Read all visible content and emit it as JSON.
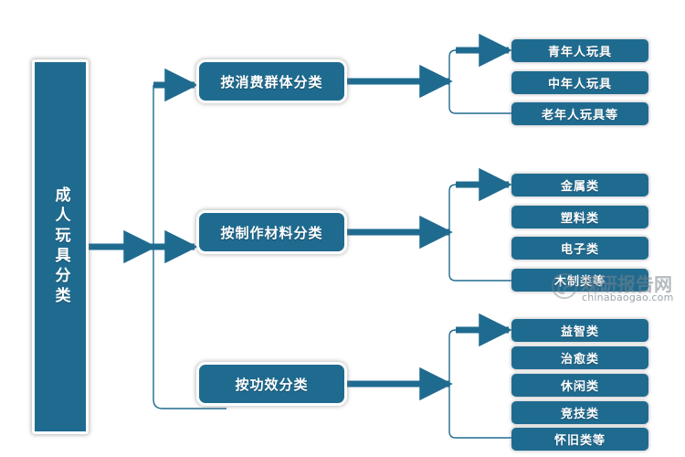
{
  "diagram": {
    "title": "成人玩具分类",
    "colors": {
      "node_fill": "#1f6b90",
      "node_border": "#ffffff",
      "connector": "#1f6b90",
      "background": "#ffffff",
      "text": "#ffffff"
    },
    "root": {
      "label": "成人玩具分类"
    },
    "branches": [
      {
        "label": "按消费群体分类",
        "leaves": [
          {
            "label": "青年人玩具"
          },
          {
            "label": "中年人玩具"
          },
          {
            "label": "老年人玩具等"
          }
        ]
      },
      {
        "label": "按制作材料分类",
        "leaves": [
          {
            "label": "金属类"
          },
          {
            "label": "塑料类"
          },
          {
            "label": "电子类"
          },
          {
            "label": "木制类等"
          }
        ]
      },
      {
        "label": "按功效分类",
        "leaves": [
          {
            "label": "益智类"
          },
          {
            "label": "治愈类"
          },
          {
            "label": "休闲类"
          },
          {
            "label": "竞技类"
          },
          {
            "label": "怀旧类等"
          }
        ]
      }
    ]
  },
  "watermark": {
    "brand": "观研报告网",
    "url": "chinabaogao.com",
    "logo_icon": "swirl-logo-icon"
  }
}
